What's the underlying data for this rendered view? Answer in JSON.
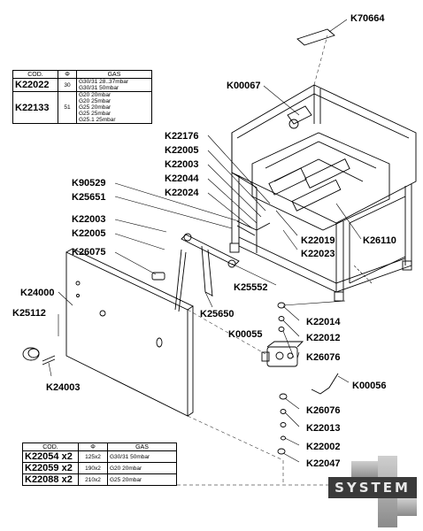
{
  "labels": {
    "K70664": "K70664",
    "K00067": "K00067",
    "K22176": "K22176",
    "K22005_top": "K22005",
    "K22003_top": "K22003",
    "K22044": "K22044",
    "K22024": "K22024",
    "K90529": "K90529",
    "K25651": "K25651",
    "K22003_left": "K22003",
    "K22005_left": "K22005",
    "K26075": "K26075",
    "K22019": "K22019",
    "K22023": "K22023",
    "K26110": "K26110",
    "K25552": "K25552",
    "K24000": "K24000",
    "K25112": "K25112",
    "K25650": "K25650",
    "K22014": "K22014",
    "K22012": "K22012",
    "K00055": "K00055",
    "K26076_a": "K26076",
    "K24003": "K24003",
    "K00056": "K00056",
    "K26076_b": "K26076",
    "K22013": "K22013",
    "K22002": "K22002",
    "K22047": "K22047"
  },
  "table_top": {
    "headers": [
      "COD.",
      "Φ",
      "GAS"
    ],
    "rows": [
      {
        "code": "K22022",
        "phi": "30",
        "gas": [
          "G30/31 28..37mbar",
          "G30/31 50mbar"
        ]
      },
      {
        "code": "K22133",
        "phi": "51",
        "gas": [
          "G20 20mbar",
          "G20 25mbar",
          "G25 20mbar",
          "G25 25mbar",
          "G25.1 25mbar"
        ]
      }
    ]
  },
  "table_bottom": {
    "headers": [
      "COD.",
      "Φ",
      "GAS"
    ],
    "rows": [
      {
        "code": "K22054 x2",
        "phi": "125x2",
        "gas": "G30/31 50mbar"
      },
      {
        "code": "K22059 x2",
        "phi": "190x2",
        "gas": "G20 20mbar"
      },
      {
        "code": "K22088 x2",
        "phi": "210x2",
        "gas": "G25 20mbar"
      }
    ]
  },
  "logo": {
    "text": "SYSTEM"
  }
}
